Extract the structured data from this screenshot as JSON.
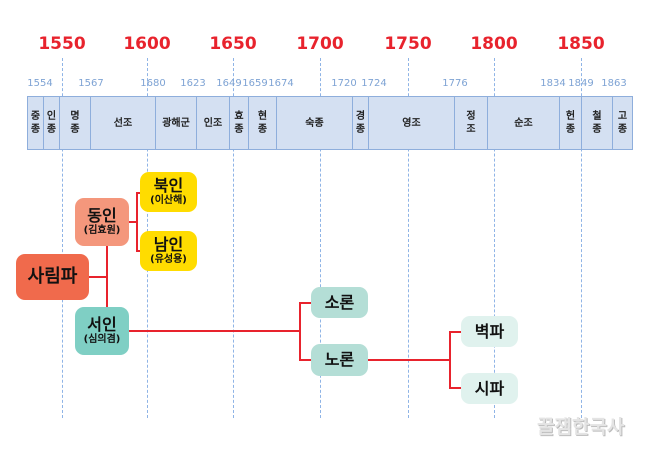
{
  "centuries": [
    "1550",
    "1600",
    "1650",
    "1700",
    "1750",
    "1800",
    "1850"
  ],
  "years": [
    "1554",
    "1567",
    "1680",
    "1623",
    "1649",
    "1659",
    "1674",
    "1720",
    "1724",
    "1776",
    "1834",
    "1849",
    "1863"
  ],
  "kings": [
    "중\n종",
    "인\n종",
    "명\n종",
    "선조",
    "광해군",
    "인조",
    "효\n종",
    "현\n종",
    "숙종",
    "경\n종",
    "영조",
    "정\n조",
    "순조",
    "헌\n종",
    "철\n종",
    "고\n종"
  ],
  "factions": {
    "sarim": {
      "name": "사림파"
    },
    "dongin": {
      "name": "동인",
      "leader": "(김효원)"
    },
    "seoin": {
      "name": "서인",
      "leader": "(심의겸)"
    },
    "bugin": {
      "name": "북인",
      "leader": "(이산해)"
    },
    "namin": {
      "name": "남인",
      "leader": "(유성용)"
    },
    "soron": {
      "name": "소론"
    },
    "noron": {
      "name": "노론"
    },
    "byeokpa": {
      "name": "벽파"
    },
    "sipa": {
      "name": "시파"
    }
  },
  "watermark": "꿀잼한국사",
  "colors": {
    "line": "#e8232d",
    "sarim": "#f06a4c",
    "dongin": "#f4977c",
    "seoin": "#7fcfc4",
    "north_south": "#ffdc00",
    "soron_noron": "#b4ded6",
    "pa": "#e0f2ee"
  }
}
